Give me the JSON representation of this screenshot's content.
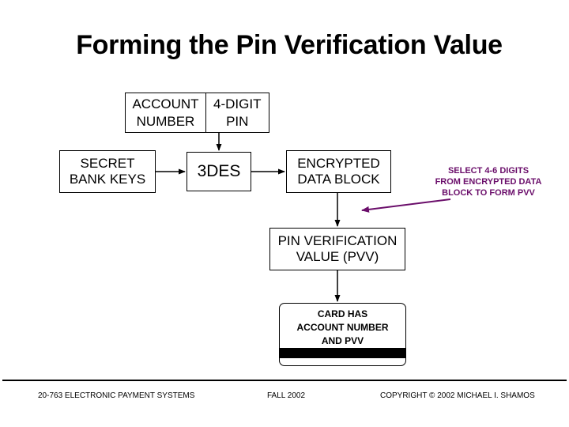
{
  "title": "Forming the Pin Verification Value",
  "boxes": {
    "account": [
      "ACCOUNT",
      "NUMBER"
    ],
    "pin": [
      "4-DIGIT",
      "PIN"
    ],
    "secret": [
      "SECRET",
      "BANK KEYS"
    ],
    "des": "3DES",
    "encrypted": [
      "ENCRYPTED",
      "DATA BLOCK"
    ],
    "pvv": [
      "PIN VERIFICATION",
      "VALUE (PVV)"
    ],
    "card": [
      "CARD HAS",
      "ACCOUNT NUMBER",
      "AND PVV"
    ]
  },
  "annotation": [
    "SELECT 4-6 DIGITS",
    "FROM ENCRYPTED DATA",
    "BLOCK TO FORM PVV"
  ],
  "colors": {
    "annotation": "#6a0d6a",
    "line": "#000000"
  },
  "footer": {
    "left": "20-763 ELECTRONIC PAYMENT SYSTEMS",
    "center": "FALL 2002",
    "right": "COPYRIGHT © 2002 MICHAEL I. SHAMOS"
  }
}
